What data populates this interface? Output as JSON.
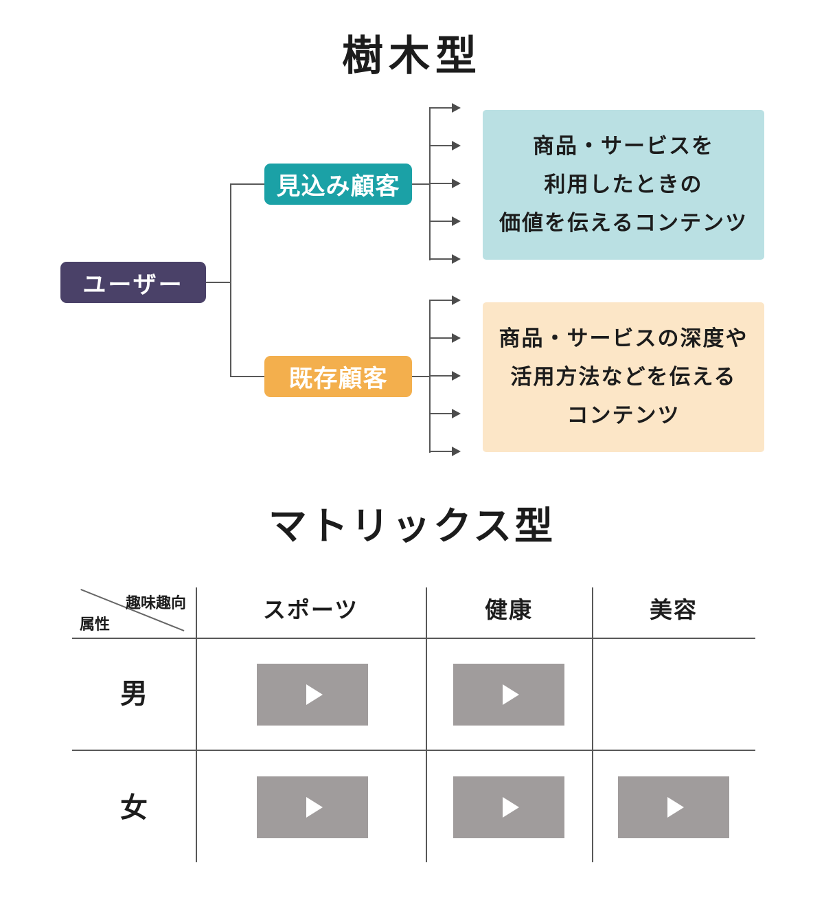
{
  "tree": {
    "title": "樹木型",
    "root": {
      "label": "ユーザー",
      "color": "#4a4168"
    },
    "branches": [
      {
        "label": "見込み顧客",
        "color": "#1ba1a6",
        "content": {
          "bg": "#bae0e3",
          "lines": [
            "商品・サービスを",
            "利用したときの",
            "価値を伝えるコンテンツ"
          ]
        }
      },
      {
        "label": "既存顧客",
        "color": "#f3af4d",
        "content": {
          "bg": "#fce6c7",
          "lines": [
            "商品・サービスの深度や",
            "活用方法などを伝える",
            "コンテンツ"
          ]
        }
      }
    ],
    "arrow_count": 5
  },
  "matrix": {
    "title": "マトリックス型",
    "corner": {
      "top_right": "趣味趣向",
      "bottom_left": "属性"
    },
    "columns": [
      "スポーツ",
      "健康",
      "美容"
    ],
    "rows": [
      {
        "label": "男",
        "videos": [
          true,
          true,
          false
        ]
      },
      {
        "label": "女",
        "videos": [
          true,
          true,
          true
        ]
      }
    ]
  },
  "colors": {
    "ink": "#1c1c1c",
    "line": "#585858",
    "purple": "#4a4168",
    "teal": "#1ba1a6",
    "orange": "#f3af4d",
    "lightblue": "#bae0e3",
    "cream": "#fce6c7",
    "thumb": "#a09c9c"
  }
}
